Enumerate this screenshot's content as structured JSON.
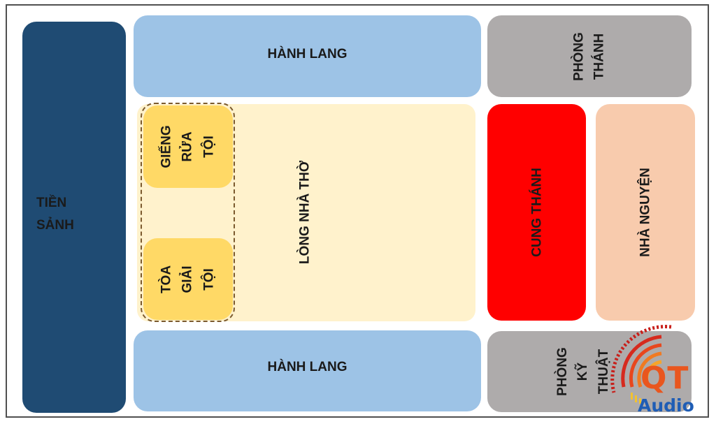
{
  "rooms": {
    "tien_sanh": {
      "line1": "TIỀN",
      "line2": "SẢNH",
      "color": "#1f4b73"
    },
    "hanh_lang_top": {
      "label": "HÀNH LANG",
      "color": "#9dc3e6"
    },
    "hanh_lang_bottom": {
      "label": "HÀNH LANG",
      "color": "#9dc3e6"
    },
    "phong_thanh": {
      "line1": "PHÒNG",
      "line2": "THÁNH",
      "color": "#aeabab"
    },
    "long_nha_tho": {
      "label": "LÒNG NHÀ THỜ",
      "color": "#fff2cc"
    },
    "gieng_rua_toi": {
      "line1": "GIẾNG",
      "line2": "RỬA",
      "line3": "TỘI",
      "color": "#ffd966"
    },
    "toa_giai_toi": {
      "line1": "TÒA",
      "line2": "GIẢI",
      "line3": "TỘI",
      "color": "#ffd966"
    },
    "cung_thanh": {
      "label": "CUNG THÁNH",
      "color": "#ff0000"
    },
    "nha_nguyen": {
      "label": "NHÀ NGUYỆN",
      "color": "#f8cbad"
    },
    "phong_ky_thuat": {
      "line1": "PHÒNG",
      "line2": "KỸ",
      "line3": "THUẬT",
      "color": "#aeabab"
    }
  },
  "logo": {
    "brand": "QT",
    "sub": "Audio"
  }
}
